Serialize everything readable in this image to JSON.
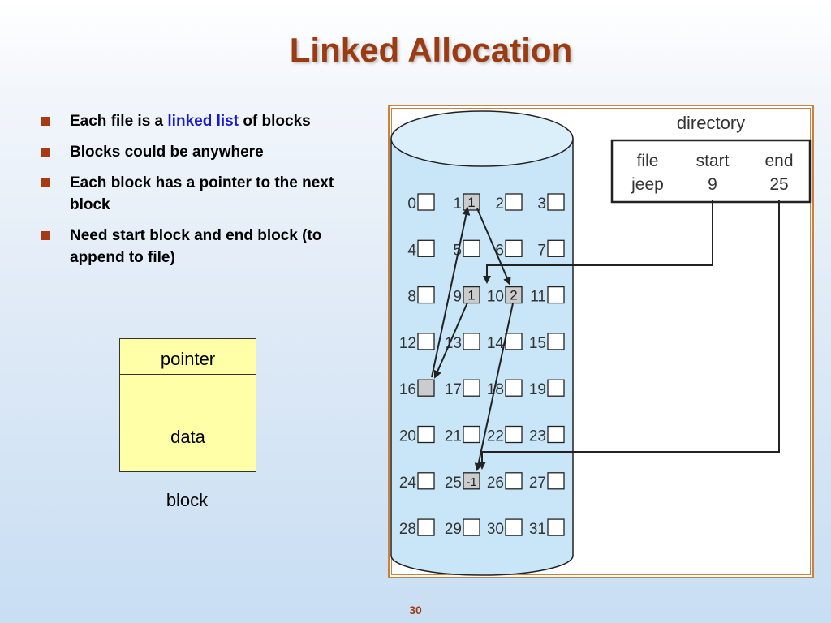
{
  "slide": {
    "title": "Linked Allocation",
    "page_number": "30"
  },
  "bullets": [
    {
      "pre": "Each file is a ",
      "highlight": "linked list",
      "post": " of blocks"
    },
    {
      "pre": "Blocks could be anywhere",
      "highlight": "",
      "post": ""
    },
    {
      "pre": "Each block has a pointer to the next block",
      "highlight": "",
      "post": ""
    },
    {
      "pre": "Need start block and end block (to append to file)",
      "highlight": "",
      "post": ""
    }
  ],
  "block_diagram": {
    "pointer_label": "pointer",
    "data_label": "data",
    "caption": "block"
  },
  "disk": {
    "block_numbers": [
      "0",
      "1",
      "2",
      "3",
      "4",
      "5",
      "6",
      "7",
      "8",
      "9",
      "10",
      "11",
      "12",
      "13",
      "14",
      "15",
      "16",
      "17",
      "18",
      "19",
      "20",
      "21",
      "22",
      "23",
      "24",
      "25",
      "26",
      "27",
      "28",
      "29",
      "30",
      "31"
    ],
    "used_blocks": {
      "1": "1",
      "9": "1",
      "10": "2",
      "16": "",
      "25": "-1"
    },
    "chain": [
      "9",
      "16",
      "1",
      "10",
      "25"
    ]
  },
  "directory": {
    "title": "directory",
    "headers": [
      "file",
      "start",
      "end"
    ],
    "row": [
      "jeep",
      "9",
      "25"
    ]
  },
  "colors": {
    "title": "#9c3a12",
    "bullet_mark": "#a53a14",
    "highlight": "#1a1ad0",
    "cylinder": "#c8e6f8",
    "used_block": "#cccccc",
    "block_yellow": "#ffffa8",
    "frame": "#c8823e"
  }
}
